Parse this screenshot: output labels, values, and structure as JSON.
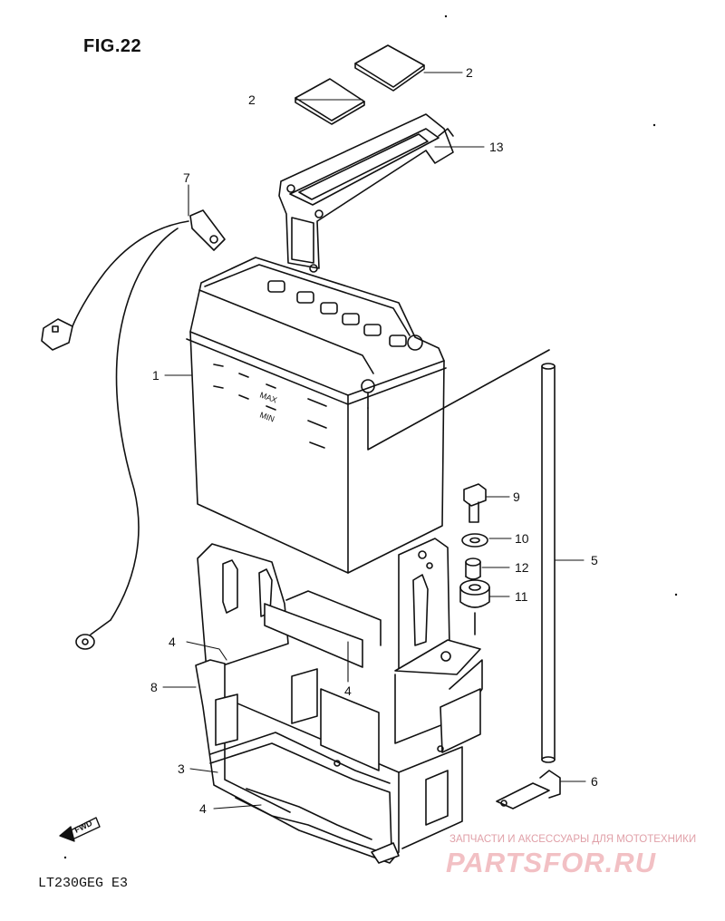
{
  "figure": {
    "title": "FIG.22",
    "model_code": "LT230GEG E3"
  },
  "callouts": {
    "c1": "1",
    "c2a": "2",
    "c2b": "2",
    "c3": "3",
    "c4a": "4",
    "c4b": "4",
    "c4c": "4",
    "c5": "5",
    "c6": "6",
    "c7": "7",
    "c8": "8",
    "c9": "9",
    "c10": "10",
    "c11": "11",
    "c12": "12",
    "c13": "13"
  },
  "battery_marks": {
    "max": "MAX",
    "min": "MIN"
  },
  "fwd": "FWD",
  "watermark": {
    "tagline": "ЗАПЧАСТИ И АКСЕССУАРЫ ДЛЯ МОТОТЕХНИКИ",
    "logo": "PARTSFOR.RU"
  }
}
